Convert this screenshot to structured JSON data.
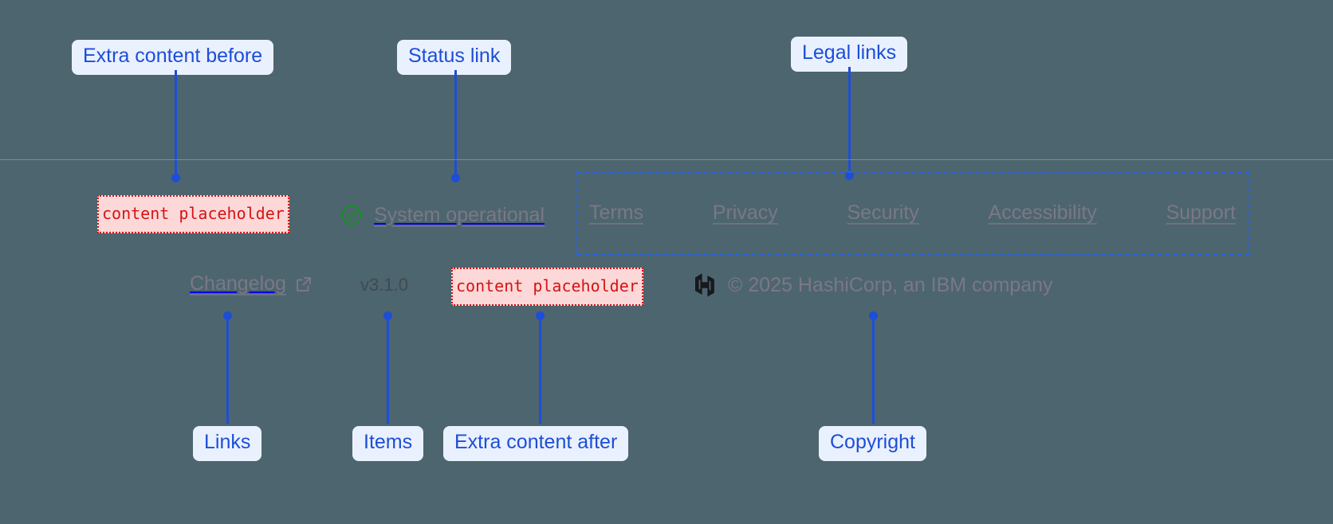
{
  "theme": {
    "background": "#4d656e",
    "divider": "#bebac8",
    "callout_bg": "#eaf1fe",
    "callout_text": "#1d4ed8",
    "leader_line": "#1d4ed8",
    "placeholder_text": "#d41414",
    "placeholder_bg": "#fdd8d8",
    "placeholder_border": "#d41414",
    "link_text": "#7a7887",
    "status_ok": "#1a8a2e",
    "highlight_border": "#2563eb"
  },
  "footer": {
    "slot_before": {
      "text": "content placeholder"
    },
    "slot_after": {
      "text": "content placeholder"
    },
    "status": {
      "icon": "check-circle-icon",
      "label": "System operational"
    },
    "legal_links": [
      {
        "label": "Terms"
      },
      {
        "label": "Privacy"
      },
      {
        "label": "Security"
      },
      {
        "label": "Accessibility"
      },
      {
        "label": "Support"
      }
    ],
    "changelog": {
      "label": "Changelog",
      "icon": "external-link-icon"
    },
    "version": {
      "label": "v3.1.0"
    },
    "copyright": {
      "logo": "hashicorp-logo",
      "text": "© 2025 HashiCorp, an IBM company"
    }
  },
  "annotations": [
    {
      "id": "extra-content-before",
      "label": "Extra content before"
    },
    {
      "id": "status-link",
      "label": "Status link"
    },
    {
      "id": "legal-links",
      "label": "Legal links"
    },
    {
      "id": "links",
      "label": "Links"
    },
    {
      "id": "items",
      "label": "Items"
    },
    {
      "id": "extra-content-after",
      "label": "Extra content after"
    },
    {
      "id": "copyright",
      "label": "Copyright"
    }
  ]
}
